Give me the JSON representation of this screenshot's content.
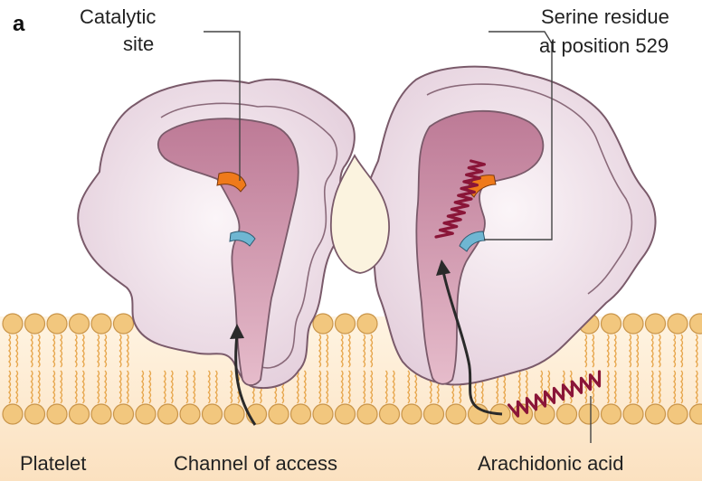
{
  "figure": {
    "panel_letter": "a",
    "labels": {
      "catalytic_site_line1": "Catalytic",
      "catalytic_site_line2": "site",
      "serine_line1": "Serine residue",
      "serine_line2": "at position 529",
      "platelet": "Platelet",
      "channel": "Channel of access",
      "arachidonic": "Arachidonic acid"
    },
    "colors": {
      "protein_fill": "#ecdce6",
      "protein_outline": "#7a5a6a",
      "channel_fill": "#c98ba3",
      "catalytic_site": "#ef7a1a",
      "serine_site": "#6fb6d2",
      "arachidonic_acid": "#8a1538",
      "lipid_head": "#f2c77e",
      "lipid_tail": "#e7a64c",
      "membrane_bg": "#fbe5c8",
      "dimer_interface": "#fbf3df"
    }
  }
}
